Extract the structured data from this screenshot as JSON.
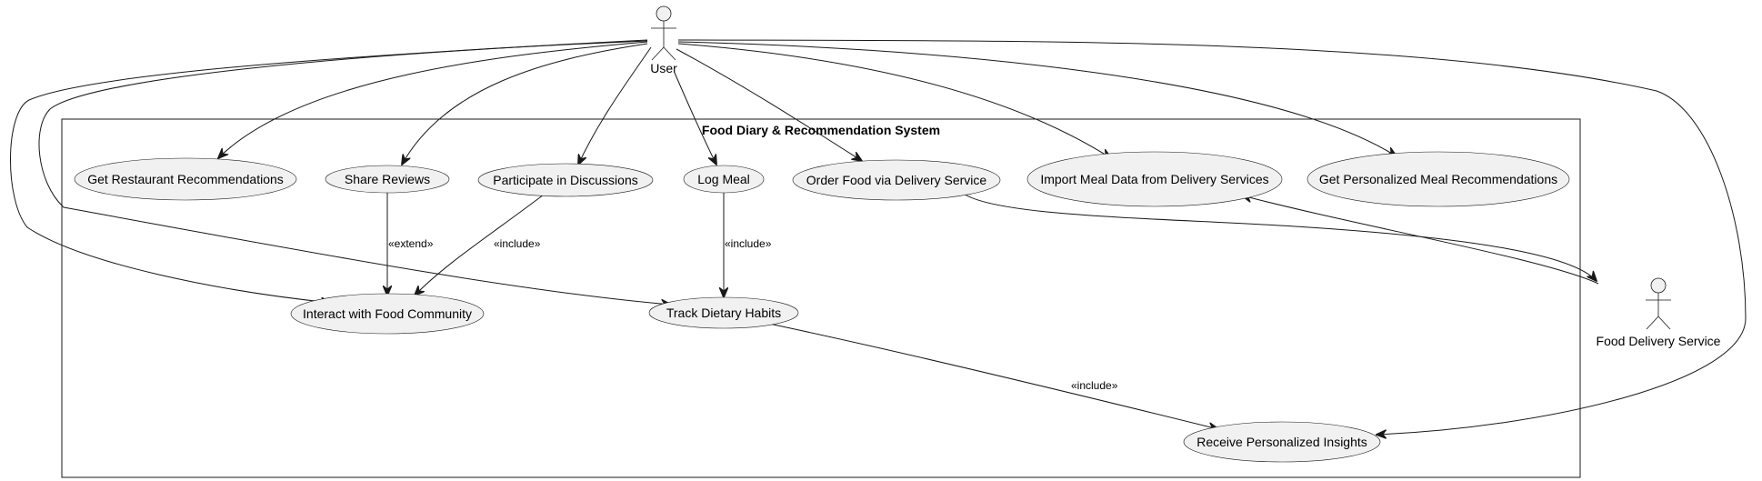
{
  "system": {
    "title": "Food Diary & Recommendation System"
  },
  "actors": [
    {
      "id": "user",
      "label": "User"
    },
    {
      "id": "delivery",
      "label": "Food Delivery Service"
    }
  ],
  "usecases": [
    {
      "id": "uc_restaurant",
      "label": "Get Restaurant Recommendations"
    },
    {
      "id": "uc_share",
      "label": "Share Reviews"
    },
    {
      "id": "uc_discuss",
      "label": "Participate in Discussions"
    },
    {
      "id": "uc_log",
      "label": "Log Meal"
    },
    {
      "id": "uc_order",
      "label": "Order Food via Delivery Service"
    },
    {
      "id": "uc_import",
      "label": "Import Meal Data from Delivery Services"
    },
    {
      "id": "uc_personal",
      "label": "Get Personalized Meal Recommendations"
    },
    {
      "id": "uc_community",
      "label": "Interact with Food Community"
    },
    {
      "id": "uc_track",
      "label": "Track Dietary Habits"
    },
    {
      "id": "uc_insights",
      "label": "Receive Personalized Insights"
    }
  ],
  "relations": [
    {
      "from": "user",
      "to": "uc_restaurant",
      "label": ""
    },
    {
      "from": "user",
      "to": "uc_share",
      "label": ""
    },
    {
      "from": "user",
      "to": "uc_discuss",
      "label": ""
    },
    {
      "from": "user",
      "to": "uc_log",
      "label": ""
    },
    {
      "from": "user",
      "to": "uc_order",
      "label": ""
    },
    {
      "from": "user",
      "to": "uc_import",
      "label": ""
    },
    {
      "from": "user",
      "to": "uc_personal",
      "label": ""
    },
    {
      "from": "user",
      "to": "uc_community",
      "label": ""
    },
    {
      "from": "user",
      "to": "uc_track",
      "label": ""
    },
    {
      "from": "user",
      "to": "uc_insights",
      "label": ""
    },
    {
      "from": "uc_share",
      "to": "uc_community",
      "label": "«extend»"
    },
    {
      "from": "uc_discuss",
      "to": "uc_community",
      "label": "«include»"
    },
    {
      "from": "uc_log",
      "to": "uc_track",
      "label": "«include»"
    },
    {
      "from": "uc_track",
      "to": "uc_insights",
      "label": "«include»"
    },
    {
      "from": "uc_order",
      "to": "delivery",
      "label": ""
    },
    {
      "from": "delivery",
      "to": "uc_import",
      "label": ""
    }
  ]
}
